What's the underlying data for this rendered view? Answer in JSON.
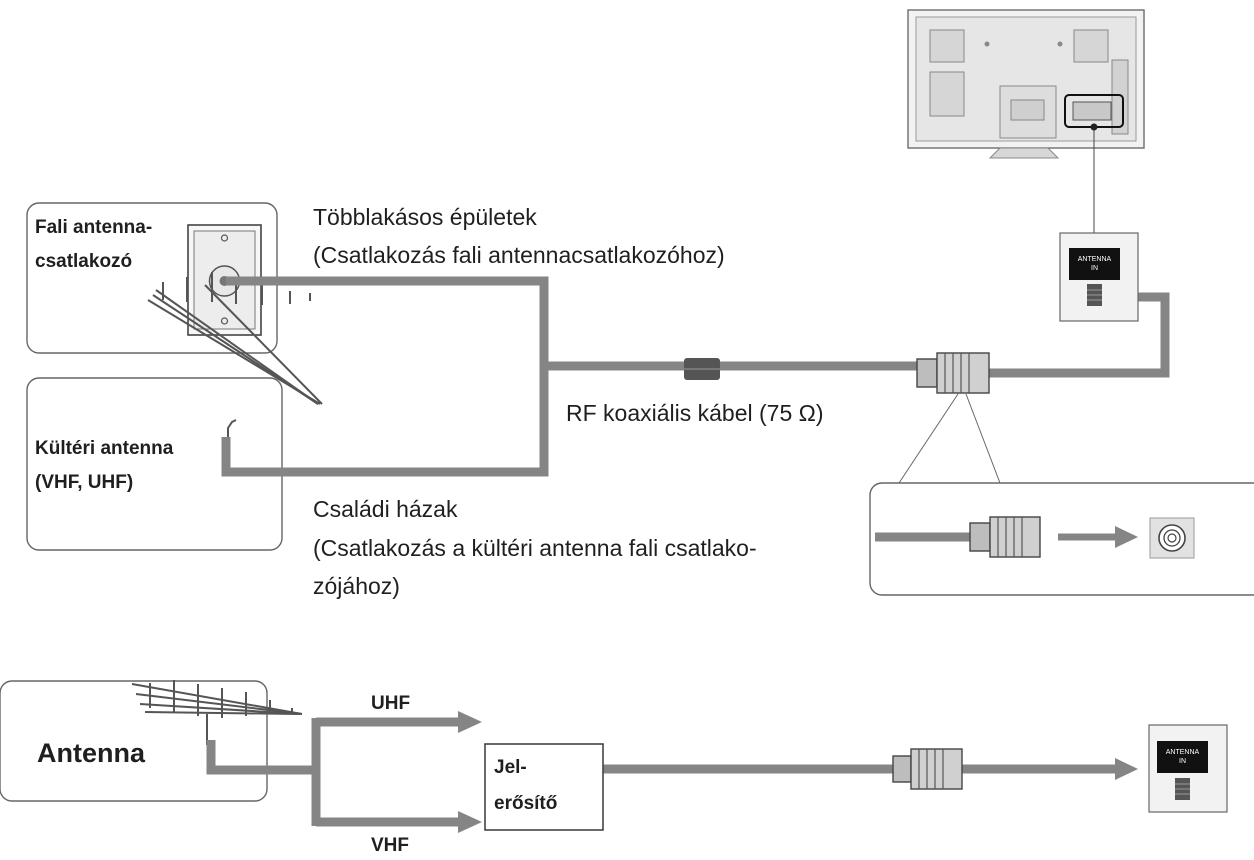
{
  "wall_panel": {
    "label_line1": "Fali antenna-",
    "label_line2": "csatlakozó"
  },
  "outdoor_panel": {
    "label_line1": "Kültéri antenna",
    "label_line2": "(VHF, UHF)"
  },
  "apartment": {
    "title": "Többlakásos épületek",
    "subtitle": "(Csatlakozás fali antennacsatlakozóhoz)"
  },
  "house": {
    "title": "Családi házak",
    "subtitle_line1": "(Csatlakozás a kültéri antenna fali csatlako-",
    "subtitle_line2": "zójához)"
  },
  "cable_label": "RF koaxiális kábel (75 Ω)",
  "tv_port": {
    "line1": "ANTENNA",
    "line2": "IN"
  },
  "amp_section": {
    "antenna_label": "Antenna",
    "uhf_label": "UHF",
    "vhf_label": "VHF",
    "amplifier_line1": "Jel-",
    "amplifier_line2": "erősítő"
  },
  "colors": {
    "cable": "#858585",
    "frame": "#555555",
    "connector": "#c4c4c4",
    "port_black": "#111111"
  }
}
